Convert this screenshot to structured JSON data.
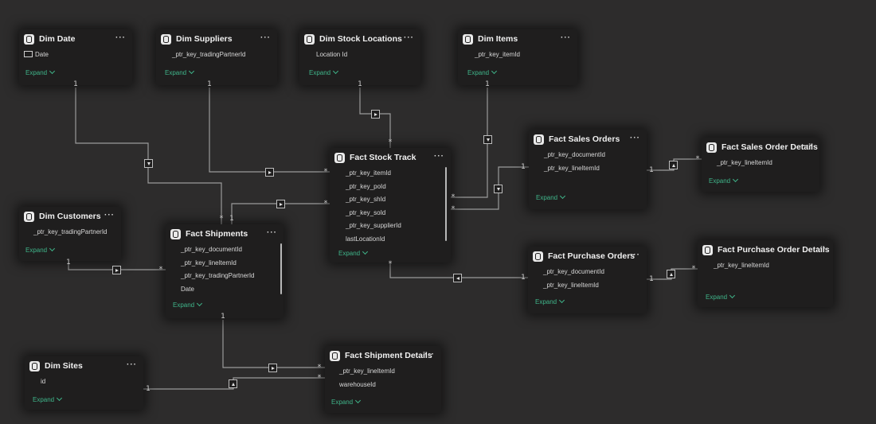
{
  "tables": {
    "dim_date": {
      "title": "Dim Date",
      "columns": [
        "Date"
      ],
      "expand": "Expand"
    },
    "dim_suppliers": {
      "title": "Dim Suppliers",
      "columns": [
        "_ptr_key_tradingPartnerId"
      ],
      "expand": "Expand"
    },
    "dim_stock_locations": {
      "title": "Dim Stock Locations",
      "columns": [
        "Location Id"
      ],
      "expand": "Expand"
    },
    "dim_items": {
      "title": "Dim Items",
      "columns": [
        "_ptr_key_itemId"
      ],
      "expand": "Expand"
    },
    "fact_stock_track": {
      "title": "Fact Stock Track",
      "columns": [
        "_ptr_key_itemId",
        "_ptr_key_poId",
        "_ptr_key_shId",
        "_ptr_key_soId",
        "_ptr_key_supplierId",
        "lastLocationId"
      ],
      "expand": "Expand"
    },
    "fact_sales_orders": {
      "title": "Fact Sales Orders",
      "columns": [
        "_ptr_key_documentId",
        "_ptr_key_lineItemId"
      ],
      "expand": "Expand"
    },
    "fact_sales_order_details": {
      "title": "Fact Sales Order Details",
      "columns": [
        "_ptr_key_lineItemId"
      ],
      "expand": "Expand"
    },
    "dim_customers": {
      "title": "Dim Customers",
      "columns": [
        "_ptr_key_tradingPartnerId"
      ],
      "expand": "Expand"
    },
    "fact_shipments": {
      "title": "Fact Shipments",
      "columns": [
        "_ptr_key_documentId",
        "_ptr_key_lineItemId",
        "_ptr_key_tradingPartnerId",
        "Date"
      ],
      "expand": "Expand"
    },
    "fact_purchase_orders": {
      "title": "Fact Purchase Orders",
      "columns": [
        "_ptr_key_documentId",
        "_ptr_key_lineItemId"
      ],
      "expand": "Expand"
    },
    "fact_purchase_order_details": {
      "title": "Fact Purchase Order Details",
      "columns": [
        "_ptr_key_lineItemId"
      ],
      "expand": "Expand"
    },
    "dim_sites": {
      "title": "Dim Sites",
      "columns": [
        "id"
      ],
      "expand": "Expand"
    },
    "fact_shipment_details": {
      "title": "Fact Shipment Details",
      "columns": [
        "_ptr_key_lineItemId",
        "warehouseId"
      ],
      "expand": "Expand"
    }
  },
  "cardinality": {
    "one": "1",
    "many": "*"
  },
  "icons": {
    "table": "table-icon",
    "more": "more-options-icon",
    "calendar": "calendar-icon",
    "chevron": "chevron-down-icon"
  },
  "colors": {
    "background": "#2d2c2c",
    "card": "#1f1e1e",
    "expand": "#3fb58a",
    "line": "#9a9a9a"
  }
}
